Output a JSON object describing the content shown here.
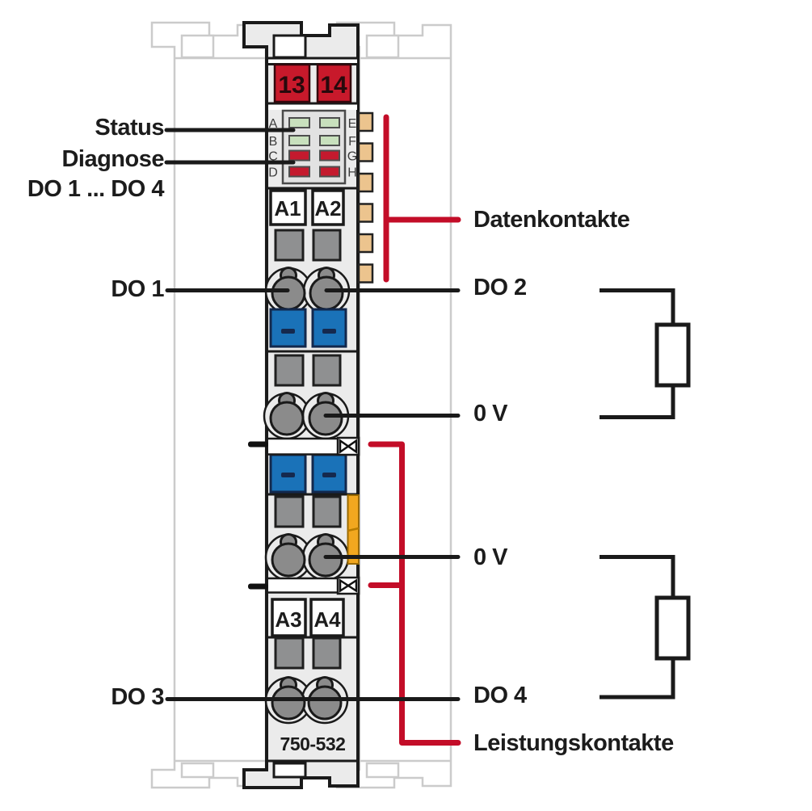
{
  "module": {
    "model": "750-532",
    "address_tags": [
      "13",
      "14"
    ],
    "led_panel": {
      "left_letters": [
        "A",
        "B",
        "C",
        "D"
      ],
      "right_letters": [
        "E",
        "F",
        "G",
        "H"
      ],
      "leds": [
        {
          "row": "A",
          "color": "green"
        },
        {
          "row": "B",
          "color": "green"
        },
        {
          "row": "C",
          "color": "red"
        },
        {
          "row": "D",
          "color": "red"
        },
        {
          "row": "E",
          "color": "green"
        },
        {
          "row": "F",
          "color": "green"
        },
        {
          "row": "G",
          "color": "red"
        },
        {
          "row": "H",
          "color": "red"
        }
      ]
    },
    "terminal_groups": {
      "upper": [
        "A1",
        "A2"
      ],
      "lower": [
        "A3",
        "A4"
      ]
    }
  },
  "annotations": {
    "left": {
      "status": "Status",
      "diagnose": "Diagnose",
      "do_range": "DO 1 ... DO 4",
      "do1": "DO 1",
      "do3": "DO 3"
    },
    "right": {
      "datenkontakte": "Datenkontakte",
      "do2": "DO 2",
      "zero_v_1": "0 V",
      "zero_v_2": "0 V",
      "do4": "DO 4",
      "leistungskontakte": "Leistungskontakte"
    }
  },
  "colors": {
    "module_body": "#ebebeb",
    "address_red": "#c8192b",
    "clamp_blue": "#1a72b8",
    "latch_orange": "#f2a71f",
    "data_contact_tan": "#ecc48e",
    "led_green": "#c8e0bd",
    "led_red": "#c41a2e",
    "annotation_red": "#c30d28",
    "line_black": "#1a1a1a",
    "neighbor_gray": "#cbcbcb"
  }
}
